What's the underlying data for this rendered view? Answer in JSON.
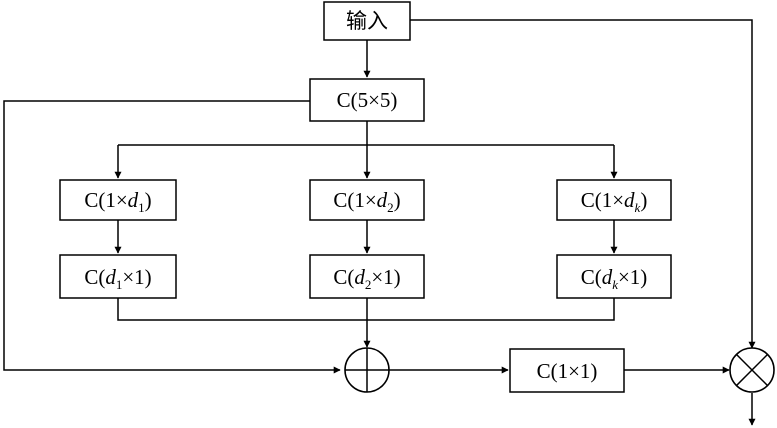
{
  "nodes": {
    "input": {
      "text": "输入"
    },
    "conv5": {
      "text": "C(5×5)"
    },
    "conv1x1": {
      "text": "C(1×1)"
    },
    "branch1": {
      "row1": {
        "pre": "C(1×",
        "var": "d",
        "sub": "1",
        "post": ")"
      },
      "row2": {
        "pre": "C(",
        "var": "d",
        "sub": "1",
        "post": "×1)"
      }
    },
    "branch2": {
      "row1": {
        "pre": "C(1×",
        "var": "d",
        "sub": "2",
        "post": ")"
      },
      "row2": {
        "pre": "C(",
        "var": "d",
        "sub": "2",
        "post": "×1)"
      }
    },
    "branchk": {
      "row1": {
        "pre": "C(1×",
        "var": "d",
        "sub": "k",
        "post": ")"
      },
      "row2": {
        "pre": "C(",
        "var": "d",
        "sub": "k",
        "post": "×1)"
      }
    }
  },
  "operators": {
    "sum": {
      "symbol": "plus-circle"
    },
    "product": {
      "symbol": "times-circle"
    }
  }
}
